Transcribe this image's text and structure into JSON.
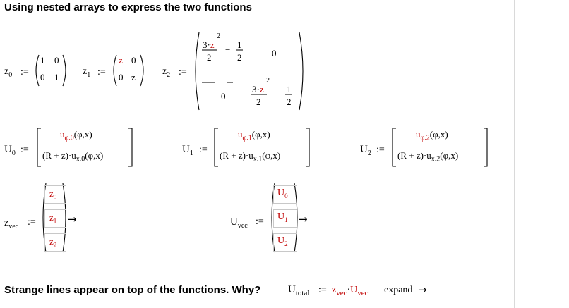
{
  "header": {
    "title": "Using nested arrays to express the two functions"
  },
  "sym": {
    "z": "z",
    "U": "U",
    "u": "u",
    "R": "R",
    "phi": "φ",
    "x": "x",
    "vec": "vec",
    "total": "total",
    "expand": "expand",
    "assign": ":=",
    "arrow": "→",
    "dot": "·",
    "one": "1",
    "zero": "0",
    "two": "2",
    "three": "3"
  },
  "defs": {
    "z0": {
      "name": "z",
      "sub": "0",
      "matrix": [
        [
          "1",
          "0"
        ],
        [
          "0",
          "1"
        ]
      ]
    },
    "z1": {
      "name": "z",
      "sub": "1",
      "matrix": [
        [
          "z",
          "0"
        ],
        [
          "0",
          "z"
        ]
      ]
    },
    "z2": {
      "name": "z",
      "sub": "2"
    },
    "U0": {
      "name": "U",
      "sub": "0",
      "top_sub": "φ.0",
      "bot_sub": "x.0",
      "args": "(φ,x)",
      "bot_prefix": "(R + z)·u"
    },
    "U1": {
      "name": "U",
      "sub": "1",
      "top_sub": "φ.1",
      "bot_sub": "x.1",
      "args": "(φ,x)",
      "bot_prefix": "(R + z)·u"
    },
    "U2": {
      "name": "U",
      "sub": "2",
      "top_sub": "φ.2",
      "bot_sub": "x.2",
      "args": "(φ,x)",
      "bot_prefix": "(R + z)·u"
    }
  },
  "zvec": {
    "name": "z",
    "sub": "vec",
    "items": [
      {
        "name": "z",
        "sub": "0"
      },
      {
        "name": "z",
        "sub": "1"
      },
      {
        "name": "z",
        "sub": "2"
      }
    ]
  },
  "Uvec": {
    "name": "U",
    "sub": "vec",
    "items": [
      {
        "name": "U",
        "sub": "0"
      },
      {
        "name": "U",
        "sub": "1"
      },
      {
        "name": "U",
        "sub": "2"
      }
    ]
  },
  "footer": {
    "question": "Strange lines appear on top of the functions. Why?",
    "lhs_name": "U",
    "lhs_sub": "total",
    "rhs1_name": "z",
    "rhs1_sub": "vec",
    "rhs2_name": "U",
    "rhs2_sub": "vec",
    "keyword": "expand"
  }
}
